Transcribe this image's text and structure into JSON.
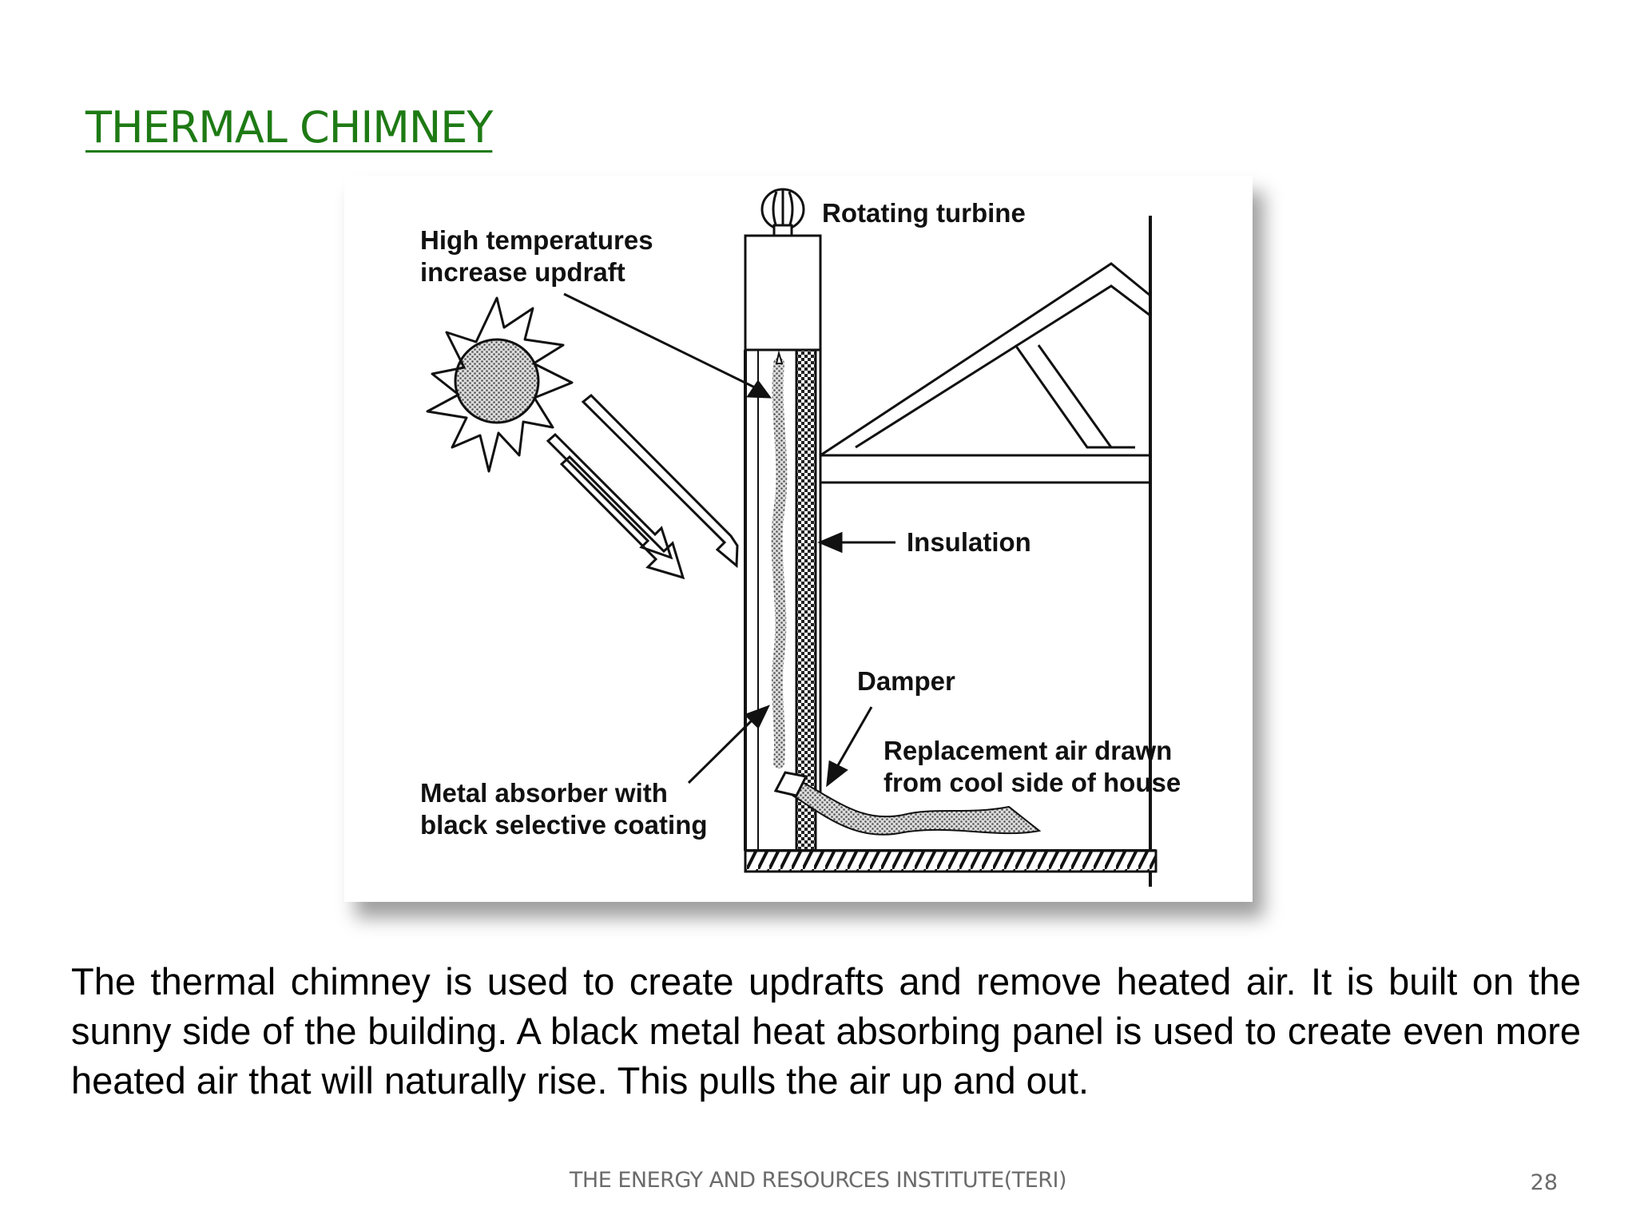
{
  "slide": {
    "title": "THERMAL CHIMNEY",
    "body": "The thermal chimney is used to create updrafts and remove heated air. It is built on the sunny side of the building. A black metal heat absorbing panel is used to create even more heated air that will naturally rise. This pulls the air up and out.",
    "footer": "THE ENERGY AND RESOURCES INSTITUTE(TERI)",
    "page_number": "28"
  },
  "diagram": {
    "labels": {
      "rotating_turbine": "Rotating turbine",
      "high_temp_line1": "High temperatures",
      "high_temp_line2": "increase updraft",
      "insulation": "Insulation",
      "damper": "Damper",
      "replacement_line1": "Replacement air drawn",
      "replacement_line2": "from cool side of house",
      "absorber_line1": "Metal absorber with",
      "absorber_line2": "black selective coating"
    },
    "icons": [
      "sun-icon",
      "rotating-turbine-icon",
      "sunlight-arrow-icon"
    ]
  },
  "colors": {
    "title": "#1e7a14",
    "footer": "#6b6b6b",
    "ink": "#111111"
  }
}
